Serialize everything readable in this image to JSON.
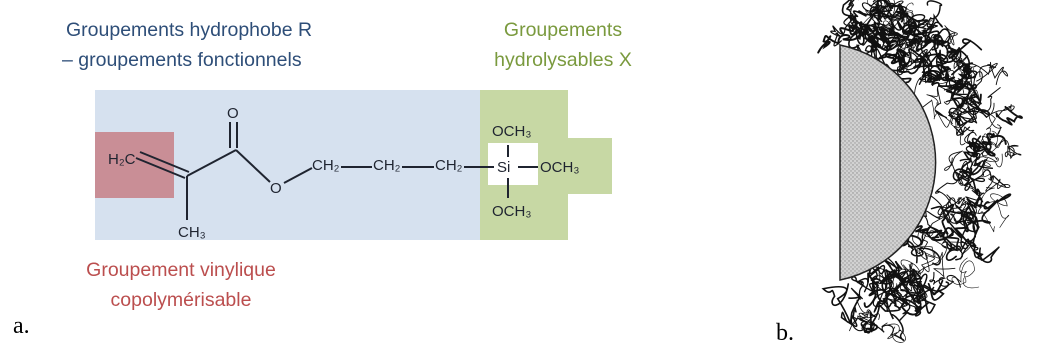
{
  "labels": {
    "hydrophobe_line1": "Groupements hydrophobe R",
    "hydrophobe_line2": "– groupements fonctionnels",
    "hydrolysable_line1": "Groupements",
    "hydrolysable_line2": "hydrolysables X",
    "vinyl_line1": "Groupement vinylique",
    "vinyl_line2": "copolymérisable"
  },
  "panel_letters": {
    "a": "a.",
    "b": "b."
  },
  "molecule": {
    "h2c": "H₂C",
    "carbonyl_o": "O",
    "ester_o": "O",
    "ch3_methyl": "CH₃",
    "ch2_1": "CH₂",
    "ch2_2": "CH₂",
    "ch2_3": "CH₂",
    "si": "Si",
    "och3_top": "OCH₃",
    "och3_right": "OCH₃",
    "och3_bottom": "OCH₃"
  },
  "colors": {
    "blue_region": "#d6e1ef",
    "green_region": "#c7d8a4",
    "red_region": "#c98e96",
    "blue_text": "#2e4e78",
    "green_text": "#7a9a3e",
    "red_text": "#bb4e4e"
  }
}
